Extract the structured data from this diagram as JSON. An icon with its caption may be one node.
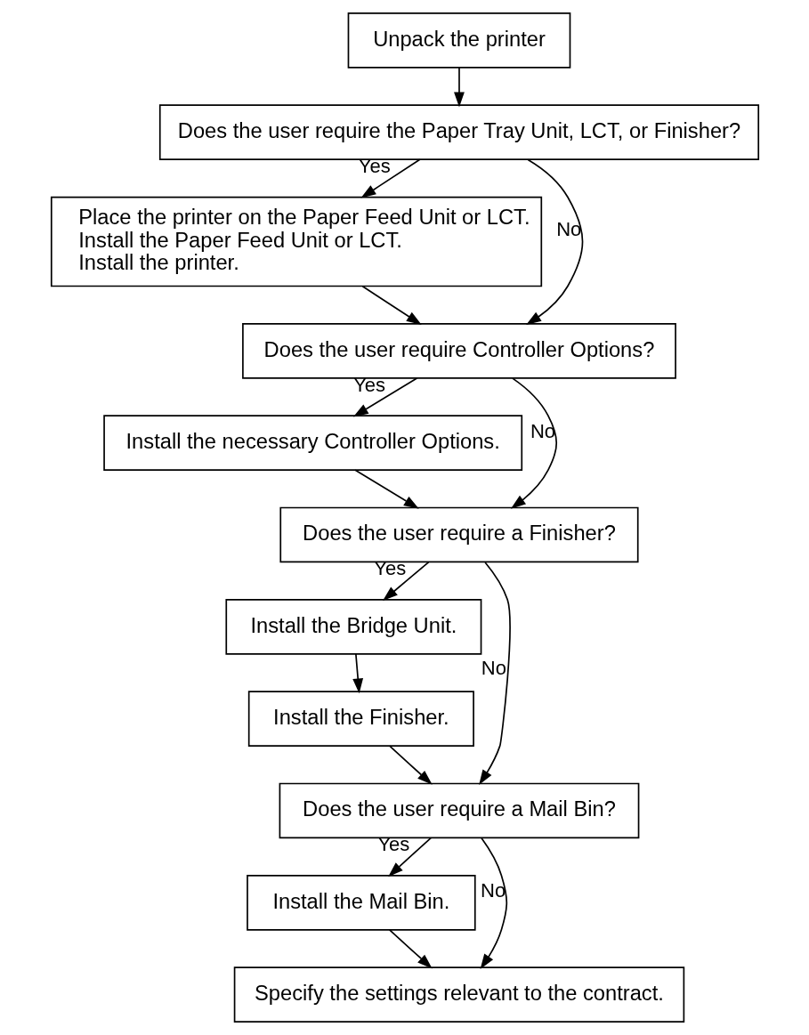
{
  "diagram": {
    "nodes": [
      {
        "text": [
          "Unpack the printer"
        ]
      },
      {
        "text": [
          "Does the user require the Paper Tray Unit, LCT, or Finisher?"
        ]
      },
      {
        "text": [
          "Place the printer on the Paper Feed Unit or LCT.",
          "Install the Paper Feed Unit or LCT.",
          "Install the printer."
        ]
      },
      {
        "text": [
          "Does the user require Controller Options?"
        ]
      },
      {
        "text": [
          "Install the necessary Controller Options."
        ]
      },
      {
        "text": [
          "Does the user require a Finisher?"
        ]
      },
      {
        "text": [
          "Install the Bridge Unit."
        ]
      },
      {
        "text": [
          "Install the Finisher."
        ]
      },
      {
        "text": [
          "Does the user require a Mail Bin?"
        ]
      },
      {
        "text": [
          "Install the Mail Bin."
        ]
      },
      {
        "text": [
          "Specify the settings relevant to the contract."
        ]
      }
    ],
    "edges": [
      {
        "from": 0,
        "to": 1,
        "arrow": "to"
      },
      {
        "from": 1,
        "to": 2,
        "arrow": "to",
        "label": "Yes"
      },
      {
        "from": 1,
        "to": 3,
        "arrow": "to",
        "label": "No"
      },
      {
        "from": 2,
        "to": 3,
        "arrow": "to"
      },
      {
        "from": 3,
        "to": 4,
        "arrow": "to",
        "label": "Yes"
      },
      {
        "from": 3,
        "to": 5,
        "arrow": "to",
        "label": "No"
      },
      {
        "from": 4,
        "to": 5,
        "arrow": "to"
      },
      {
        "from": 5,
        "to": 6,
        "arrow": "to",
        "label": "Yes"
      },
      {
        "from": 5,
        "to": 8,
        "arrow": "to",
        "label": "No"
      },
      {
        "from": 6,
        "to": 7,
        "arrow": "to"
      },
      {
        "from": 7,
        "to": 8,
        "arrow": "to"
      },
      {
        "from": 8,
        "to": 9,
        "arrow": "to",
        "label": "Yes"
      },
      {
        "from": 8,
        "to": 10,
        "arrow": "to",
        "label": "No"
      },
      {
        "from": 9,
        "to": 10,
        "arrow": "to"
      }
    ]
  }
}
